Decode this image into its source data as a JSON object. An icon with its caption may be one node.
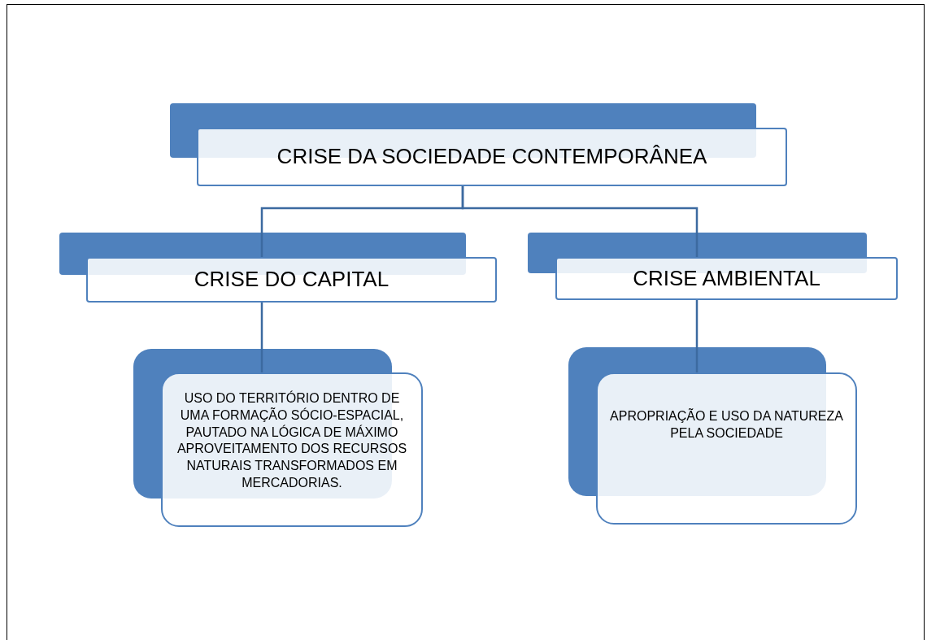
{
  "diagram": {
    "nodes": [
      {
        "text": [
          "CRISE DA SOCIEDADE CONTEMPORÂNEA"
        ]
      },
      {
        "text": [
          "CRISE DO CAPITAL"
        ]
      },
      {
        "text": [
          "CRISE AMBIENTAL"
        ]
      },
      {
        "text": [
          "USO DO TERRITÓRIO DENTRO DE UMA FORMAÇÃO SÓCIO-ESPACIAL, PAUTADO NA LÓGICA DE MÁXIMO APROVEITAMENTO DOS RECURSOS NATURAIS TRANSFORMADOS EM MERCADORIAS."
        ]
      },
      {
        "text": [
          "APROPRIAÇÃO E USO DA NATUREZA PELA SOCIEDADE"
        ]
      }
    ],
    "edges": [
      {
        "from": 0,
        "to": 1,
        "arrow": "none"
      },
      {
        "from": 0,
        "to": 2,
        "arrow": "none"
      },
      {
        "from": 1,
        "to": 3,
        "arrow": "none"
      },
      {
        "from": 2,
        "to": 4,
        "arrow": "none"
      }
    ]
  }
}
